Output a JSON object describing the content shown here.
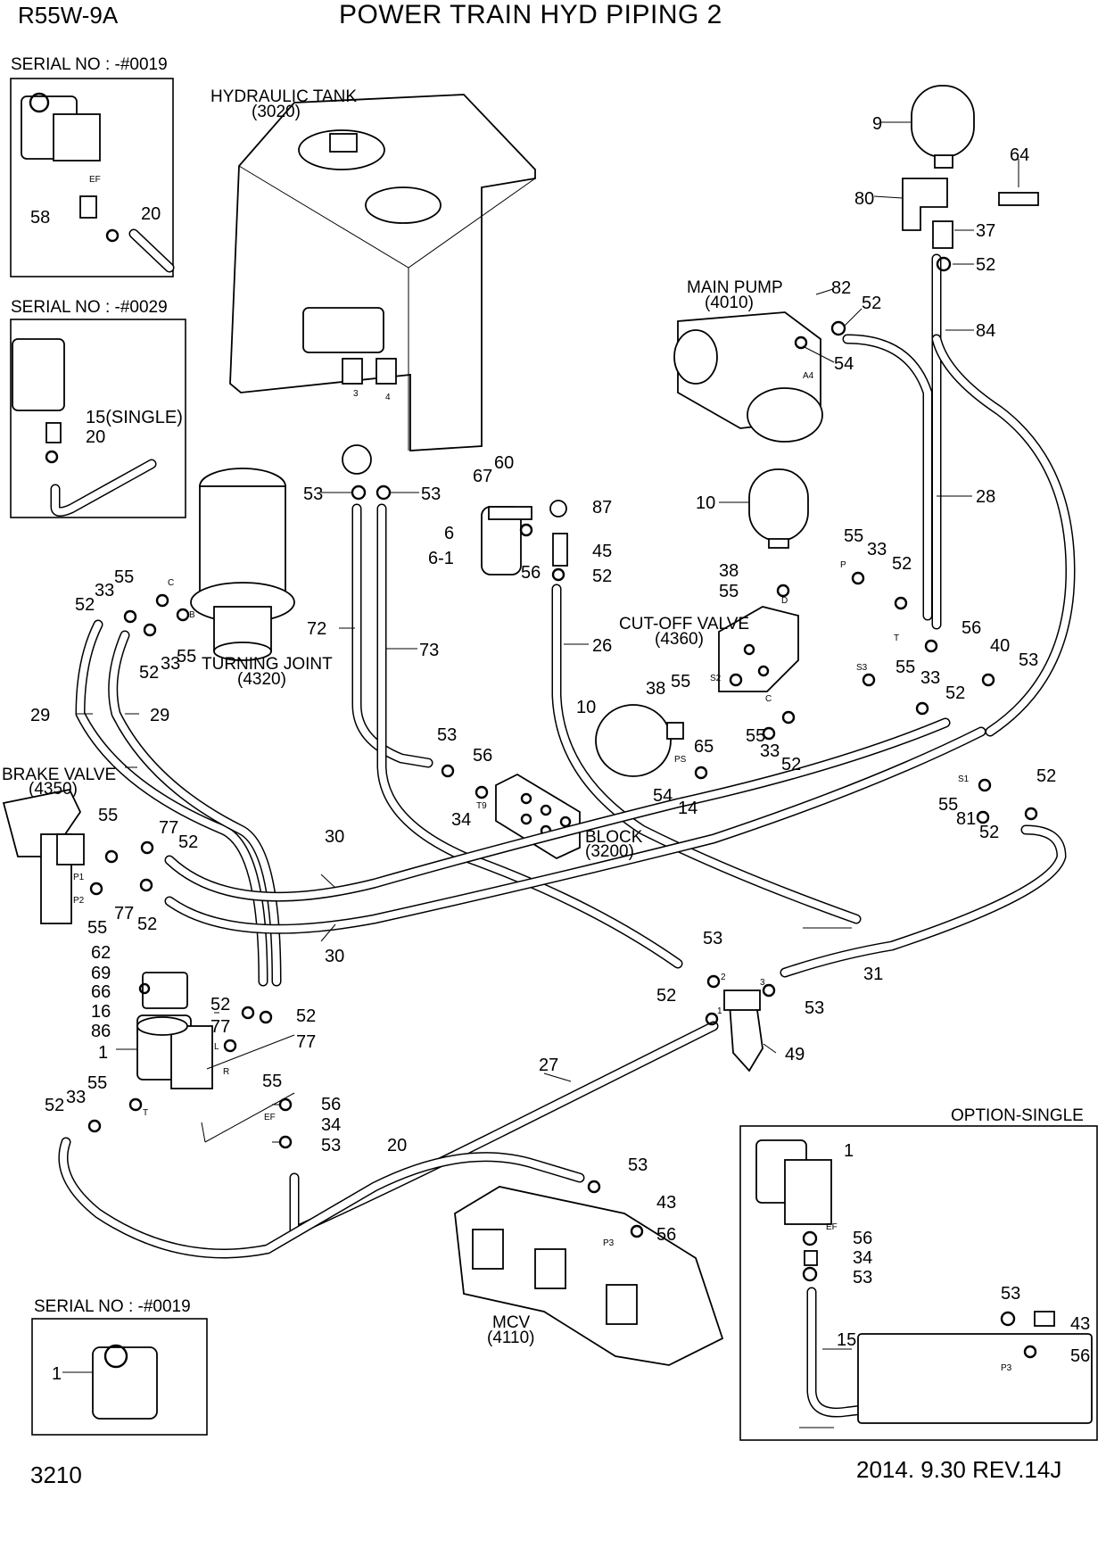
{
  "header": {
    "model": "R55W-9A",
    "title": "POWER TRAIN HYD PIPING 2"
  },
  "footer": {
    "page_number": "3210",
    "revision": "2014. 9.30  REV.14J"
  },
  "insets": {
    "serial_0019_top": "SERIAL NO : -#0019",
    "serial_0029": "SERIAL NO : -#0029",
    "serial_0019_bottom": "SERIAL NO : -#0019",
    "option_single": "OPTION-SINGLE"
  },
  "components": {
    "hydraulic_tank": "HYDRAULIC TANK",
    "hydraulic_tank_code": "(3020)",
    "main_pump": "MAIN PUMP",
    "main_pump_code": "(4010)",
    "cutoff_valve": "CUT-OFF VALVE",
    "cutoff_valve_code": "(4360)",
    "turning_joint": "TURNING JOINT",
    "turning_joint_code": "(4320)",
    "brake_valve": "BRAKE VALVE",
    "brake_valve_code": "(4350)",
    "block": "BLOCK",
    "block_code": "(3200)",
    "mcv": "MCV",
    "mcv_code": "(4110)"
  },
  "callouts": [
    {
      "id": "c-9",
      "text": "9"
    },
    {
      "id": "c-64",
      "text": "64"
    },
    {
      "id": "c-80",
      "text": "80"
    },
    {
      "id": "c-37",
      "text": "37"
    },
    {
      "id": "c-52a",
      "text": "52"
    },
    {
      "id": "c-84",
      "text": "84"
    },
    {
      "id": "c-82",
      "text": "82"
    },
    {
      "id": "c-52b",
      "text": "52"
    },
    {
      "id": "c-54a",
      "text": "54"
    },
    {
      "id": "c-28",
      "text": "28"
    },
    {
      "id": "c-10a",
      "text": "10"
    },
    {
      "id": "c-55a",
      "text": "55"
    },
    {
      "id": "c-33a",
      "text": "33"
    },
    {
      "id": "c-52c",
      "text": "52"
    },
    {
      "id": "c-38a",
      "text": "38"
    },
    {
      "id": "c-55b",
      "text": "55"
    },
    {
      "id": "c-56a",
      "text": "56"
    },
    {
      "id": "c-40",
      "text": "40"
    },
    {
      "id": "c-53a",
      "text": "53"
    },
    {
      "id": "c-55c",
      "text": "55"
    },
    {
      "id": "c-33b",
      "text": "33"
    },
    {
      "id": "c-52d",
      "text": "52"
    },
    {
      "id": "c-55d",
      "text": "55"
    },
    {
      "id": "c-38b",
      "text": "38"
    },
    {
      "id": "c-10b",
      "text": "10"
    },
    {
      "id": "c-65",
      "text": "65"
    },
    {
      "id": "c-55e",
      "text": "55"
    },
    {
      "id": "c-33c",
      "text": "33"
    },
    {
      "id": "c-52e",
      "text": "52"
    },
    {
      "id": "c-54b",
      "text": "54"
    },
    {
      "id": "c-14",
      "text": "14"
    },
    {
      "id": "c-52f",
      "text": "52"
    },
    {
      "id": "c-55f",
      "text": "55"
    },
    {
      "id": "c-81",
      "text": "81"
    },
    {
      "id": "c-52g",
      "text": "52"
    },
    {
      "id": "c-60",
      "text": "60"
    },
    {
      "id": "c-67",
      "text": "67"
    },
    {
      "id": "c-87",
      "text": "87"
    },
    {
      "id": "c-6",
      "text": "6"
    },
    {
      "id": "c-6-1",
      "text": "6-1"
    },
    {
      "id": "c-56b",
      "text": "56"
    },
    {
      "id": "c-45",
      "text": "45"
    },
    {
      "id": "c-52h",
      "text": "52"
    },
    {
      "id": "c-26",
      "text": "26"
    },
    {
      "id": "c-53b",
      "text": "53"
    },
    {
      "id": "c-53c",
      "text": "53"
    },
    {
      "id": "c-72",
      "text": "72"
    },
    {
      "id": "c-73",
      "text": "73"
    },
    {
      "id": "c-53d",
      "text": "53"
    },
    {
      "id": "c-56c",
      "text": "56"
    },
    {
      "id": "c-34a",
      "text": "34"
    },
    {
      "id": "c-55g",
      "text": "55"
    },
    {
      "id": "c-33d",
      "text": "33"
    },
    {
      "id": "c-52i",
      "text": "52"
    },
    {
      "id": "c-52j",
      "text": "52"
    },
    {
      "id": "c-33e",
      "text": "33"
    },
    {
      "id": "c-55h",
      "text": "55"
    },
    {
      "id": "c-29a",
      "text": "29"
    },
    {
      "id": "c-29b",
      "text": "29"
    },
    {
      "id": "c-55i",
      "text": "55"
    },
    {
      "id": "c-77a",
      "text": "77"
    },
    {
      "id": "c-52k",
      "text": "52"
    },
    {
      "id": "c-77b",
      "text": "77"
    },
    {
      "id": "c-55j",
      "text": "55"
    },
    {
      "id": "c-52l",
      "text": "52"
    },
    {
      "id": "c-30a",
      "text": "30"
    },
    {
      "id": "c-30b",
      "text": "30"
    },
    {
      "id": "c-62",
      "text": "62"
    },
    {
      "id": "c-69",
      "text": "69"
    },
    {
      "id": "c-66",
      "text": "66"
    },
    {
      "id": "c-16",
      "text": "16"
    },
    {
      "id": "c-86",
      "text": "86"
    },
    {
      "id": "c-1a",
      "text": "1"
    },
    {
      "id": "c-52m",
      "text": "52"
    },
    {
      "id": "c-77c",
      "text": "77"
    },
    {
      "id": "c-52n",
      "text": "52"
    },
    {
      "id": "c-77d",
      "text": "77"
    },
    {
      "id": "c-55k",
      "text": "55"
    },
    {
      "id": "c-55l",
      "text": "55"
    },
    {
      "id": "c-33f",
      "text": "33"
    },
    {
      "id": "c-52o",
      "text": "52"
    },
    {
      "id": "c-56d",
      "text": "56"
    },
    {
      "id": "c-34b",
      "text": "34"
    },
    {
      "id": "c-53e",
      "text": "53"
    },
    {
      "id": "c-20a",
      "text": "20"
    },
    {
      "id": "c-53f",
      "text": "53"
    },
    {
      "id": "c-52p",
      "text": "52"
    },
    {
      "id": "c-53g",
      "text": "53"
    },
    {
      "id": "c-31",
      "text": "31"
    },
    {
      "id": "c-49",
      "text": "49"
    },
    {
      "id": "c-27",
      "text": "27"
    },
    {
      "id": "c-53h",
      "text": "53"
    },
    {
      "id": "c-43a",
      "text": "43"
    },
    {
      "id": "c-56e",
      "text": "56"
    },
    {
      "id": "c-58",
      "text": "58"
    },
    {
      "id": "c-20b",
      "text": "20"
    },
    {
      "id": "c-15single",
      "text": "15(SINGLE)"
    },
    {
      "id": "c-20c",
      "text": "20"
    },
    {
      "id": "c-1b",
      "text": "1"
    },
    {
      "id": "c-56f",
      "text": "56"
    },
    {
      "id": "c-34c",
      "text": "34"
    },
    {
      "id": "c-53i",
      "text": "53"
    },
    {
      "id": "c-15",
      "text": "15"
    },
    {
      "id": "c-53j",
      "text": "53"
    },
    {
      "id": "c-43b",
      "text": "43"
    },
    {
      "id": "c-56g",
      "text": "56"
    },
    {
      "id": "c-1c",
      "text": "1"
    }
  ],
  "port_marks": [
    {
      "id": "p-3",
      "text": "3"
    },
    {
      "id": "p-4",
      "text": "4"
    },
    {
      "id": "p-ef1",
      "text": "EF"
    },
    {
      "id": "p-a4",
      "text": "A4"
    },
    {
      "id": "p-p",
      "text": "P"
    },
    {
      "id": "p-d",
      "text": "D"
    },
    {
      "id": "p-t",
      "text": "T"
    },
    {
      "id": "p-s3",
      "text": "S3"
    },
    {
      "id": "p-s2",
      "text": "S2"
    },
    {
      "id": "p-c",
      "text": "C"
    },
    {
      "id": "p-ps",
      "text": "PS"
    },
    {
      "id": "p-s1",
      "text": "S1"
    },
    {
      "id": "p-t9",
      "text": "T9"
    },
    {
      "id": "p-c2",
      "text": "C"
    },
    {
      "id": "p-b",
      "text": "B"
    },
    {
      "id": "p-p1",
      "text": "P1"
    },
    {
      "id": "p-p2",
      "text": "P2"
    },
    {
      "id": "p-l",
      "text": "L"
    },
    {
      "id": "p-r",
      "text": "R"
    },
    {
      "id": "p-t2",
      "text": "T"
    },
    {
      "id": "p-ef2",
      "text": "EF"
    },
    {
      "id": "p-2",
      "text": "2"
    },
    {
      "id": "p-1",
      "text": "1"
    },
    {
      "id": "p-3b",
      "text": "3"
    },
    {
      "id": "p-p3",
      "text": "P3"
    },
    {
      "id": "p-ef3",
      "text": "EF"
    },
    {
      "id": "p-p3b",
      "text": "P3"
    }
  ]
}
